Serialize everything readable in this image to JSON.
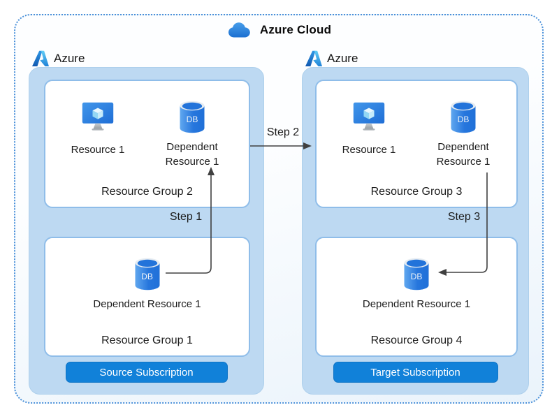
{
  "title": "Azure Cloud",
  "source_panel": {
    "brand": "Azure",
    "subscription": "Source Subscription",
    "rg2": {
      "name": "Resource Group 2",
      "resource1": "Resource 1",
      "dependent": "Dependent Resource 1"
    },
    "rg1": {
      "name": "Resource Group 1",
      "dependent": "Dependent Resource 1"
    }
  },
  "target_panel": {
    "brand": "Azure",
    "subscription": "Target Subscription",
    "rg3": {
      "name": "Resource Group 3",
      "resource1": "Resource 1",
      "dependent": "Dependent Resource 1"
    },
    "rg4": {
      "name": "Resource Group 4",
      "dependent": "Dependent Resource 1"
    }
  },
  "steps": {
    "s1": "Step 1",
    "s2": "Step 2",
    "s3": "Step 3"
  },
  "icons": {
    "db_text": "DB",
    "cloud": "cloud-icon",
    "azure_logo": "azure-logo-icon",
    "vm": "vm-monitor-icon",
    "database": "database-icon"
  },
  "colors": {
    "panel_blue": "#bdd9f2",
    "subscription_button_blue": "#1181d9",
    "box_border_blue": "#8fbde9",
    "frame_dot_blue": "#4a90d9",
    "arrow_gray": "#404040",
    "icon_blue": "#2e7ee2"
  }
}
